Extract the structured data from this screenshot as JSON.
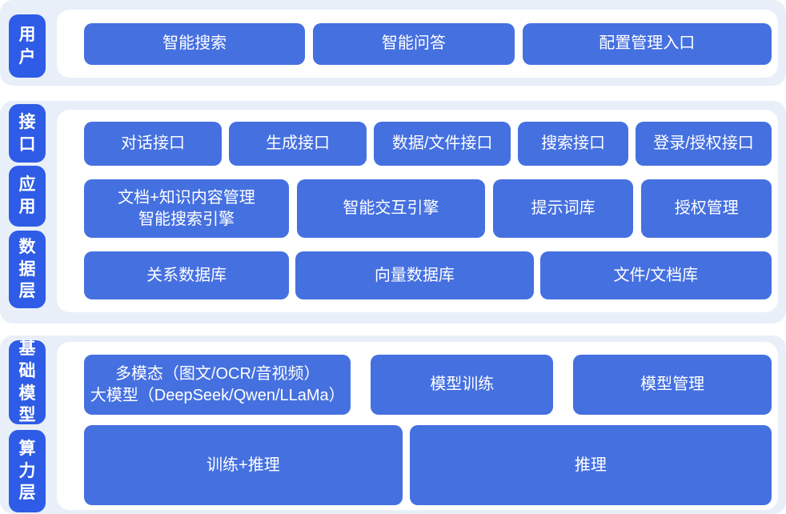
{
  "colors": {
    "tag_blue": "#2e5ce6",
    "button_blue": "#4570e0",
    "section_bg": "#e9eff8",
    "panel_bg": "#ffffff",
    "text_on_blue": "#ffffff"
  },
  "sections": [
    {
      "name": "user-layer",
      "tags": [
        {
          "label": "用\n户"
        }
      ],
      "rows": [
        {
          "buttons": [
            {
              "label": "智能搜索"
            },
            {
              "label": "智能问答"
            },
            {
              "label": "配置管理入口"
            }
          ]
        }
      ]
    },
    {
      "name": "interface-application-data-layers",
      "tags": [
        {
          "label": "接\n口"
        },
        {
          "label": "应\n用"
        },
        {
          "label": "数\n据\n层"
        }
      ],
      "rows": [
        {
          "buttons": [
            {
              "label": "对话接口"
            },
            {
              "label": "生成接口"
            },
            {
              "label": "数据/文件接口"
            },
            {
              "label": "搜索接口"
            },
            {
              "label": "登录/授权接口"
            }
          ]
        },
        {
          "buttons": [
            {
              "label": "文档+知识内容管理\n智能搜索引擎"
            },
            {
              "label": "智能交互引擎"
            },
            {
              "label": "提示词库"
            },
            {
              "label": "授权管理"
            }
          ]
        },
        {
          "buttons": [
            {
              "label": "关系数据库"
            },
            {
              "label": "向量数据库"
            },
            {
              "label": "文件/文档库"
            }
          ]
        }
      ]
    },
    {
      "name": "foundation-compute-layers",
      "tags": [
        {
          "label": "基\n础\n模\n型"
        },
        {
          "label": "算\n力\n层"
        }
      ],
      "rows": [
        {
          "buttons": [
            {
              "label": "多模态（图文/OCR/音视频）\n大模型（DeepSeek/Qwen/LLaMa）"
            },
            {
              "label": "模型训练"
            },
            {
              "label": "模型管理"
            }
          ]
        },
        {
          "buttons": [
            {
              "label": "训练+推理"
            },
            {
              "label": "推理"
            }
          ]
        }
      ]
    }
  ]
}
